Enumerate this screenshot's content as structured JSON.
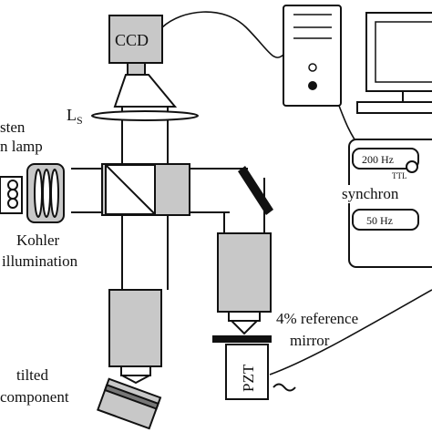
{
  "labels": {
    "ccd": "CCD",
    "lens_main": "L",
    "lens_sub": "S",
    "lamp_line1": "sten",
    "lamp_line2": "n lamp",
    "kohler_line1": "Kohler",
    "kohler_line2": "illumination",
    "freq_top": "200 Hz",
    "ttl": "TTL",
    "synchro": "synchron",
    "freq_bottom": "50 Hz",
    "reference_line1": "4% reference",
    "reference_line2": "mirror",
    "pzt": "PZT",
    "tilted_line1": "tilted",
    "tilted_line2": "component"
  },
  "colors": {
    "device_fill": "#c8c8c8",
    "ink": "#111111",
    "background": "#ffffff"
  }
}
